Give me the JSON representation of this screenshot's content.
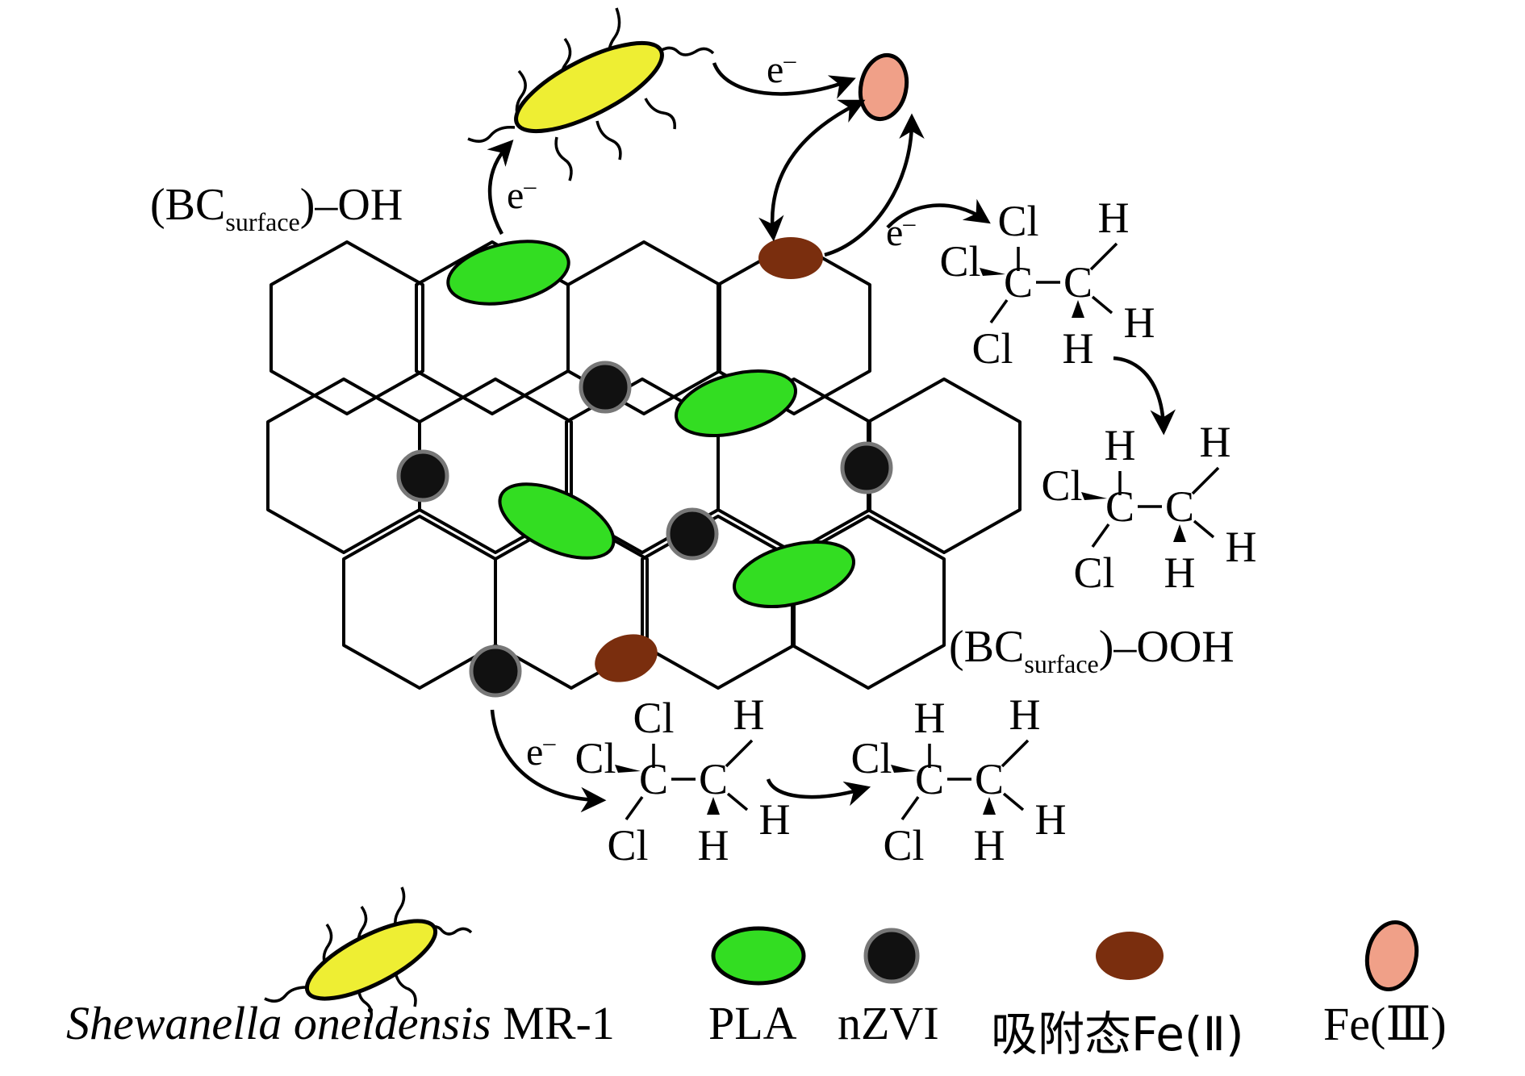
{
  "labels": {
    "bc_oh_prefix": "(BC",
    "bc_oh_sub": "surface",
    "bc_oh_suffix": ")–OH",
    "bc_ooh_prefix": "(BC",
    "bc_ooh_sub": "surface",
    "bc_ooh_suffix": ")–OOH",
    "electron": "e",
    "electron_sup": "–"
  },
  "molecule_1": {
    "c1_top": "Cl",
    "c1_left": "Cl",
    "c1_bottom": "Cl",
    "c2_top": "H",
    "c2_right": "H",
    "c2_bottom": "H",
    "carbon": "C"
  },
  "molecule_2": {
    "c1_top": "H",
    "c1_left": "Cl",
    "c1_bottom": "Cl",
    "c2_top": "H",
    "c2_right": "H",
    "c2_bottom": "H",
    "carbon": "C"
  },
  "molecule_3": {
    "c1_top": "Cl",
    "c1_left": "Cl",
    "c1_bottom": "Cl",
    "c2_top": "H",
    "c2_right": "H",
    "c2_bottom": "H",
    "carbon": "C"
  },
  "molecule_4": {
    "c1_top": "H",
    "c1_left": "Cl",
    "c1_bottom": "Cl",
    "c2_top": "H",
    "c2_right": "H",
    "c2_bottom": "H",
    "carbon": "C"
  },
  "legend": {
    "bacteria": "Shewanella oneidensis",
    "bacteria_strain": "MR-1",
    "pla": "PLA",
    "nzvi": "nZVI",
    "fe2": "吸附态Fe(Ⅱ)",
    "fe3": "Fe(Ⅲ)"
  },
  "colors": {
    "pla": "#33dd22",
    "nzvi": "#111111",
    "nzvi_ring": "#777777",
    "fe2": "#7a2e0e",
    "fe3": "#f0a088",
    "bacteria": "#eeee33"
  }
}
